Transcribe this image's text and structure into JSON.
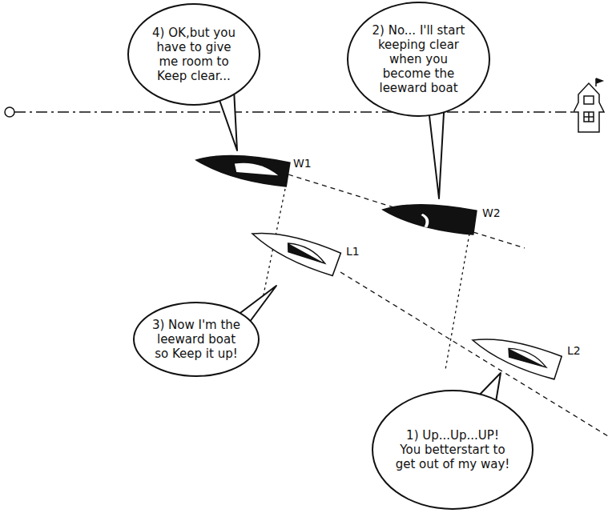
{
  "diagram": {
    "nodes": [
      {
        "text": [
          "4) OK,but you have to give me room to Keep clear..."
        ]
      },
      {
        "text": [
          "2) No... I'll start keeping clear when you become the leeward boat"
        ]
      },
      {
        "text": [
          "3) Now I'm the leeward boat so Keep it up!"
        ]
      },
      {
        "text": [
          "1) Up...Up...UP! You betterstart to get out of my way!"
        ]
      }
    ],
    "labels": [
      "W1",
      "W2",
      "L1",
      "L2"
    ]
  }
}
